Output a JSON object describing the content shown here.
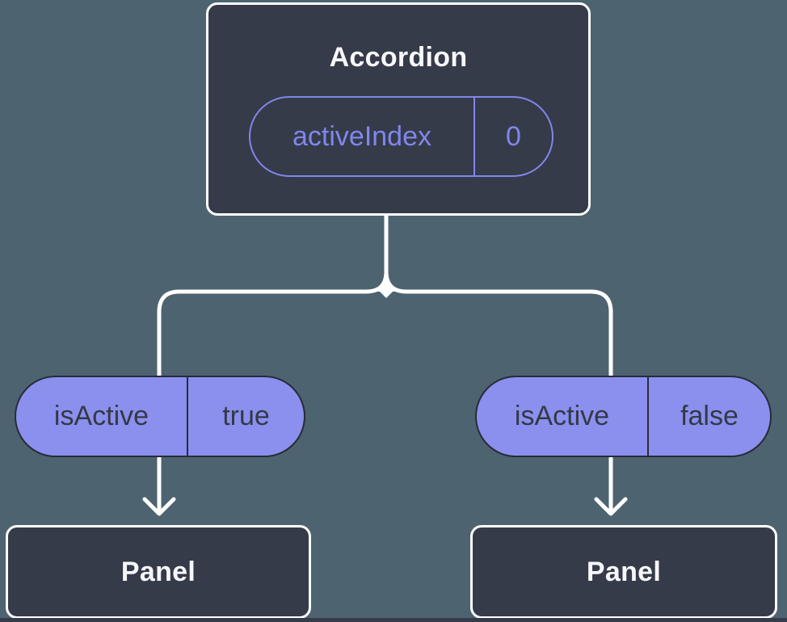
{
  "diagram": {
    "colors": {
      "background": "#4D6470",
      "node_fill": "#353B48",
      "node_border": "#FFFFFF",
      "connector": "#FFFFFF",
      "pill_fill": "#8B90EE",
      "pill_border": "#262C38",
      "accent_purple": "#8186EC",
      "dark_text": "#333947",
      "light_text": "#F6F7F9"
    },
    "root": {
      "title": "Accordion",
      "prop": {
        "name": "activeIndex",
        "value": "0"
      }
    },
    "children": [
      {
        "prop": {
          "name": "isActive",
          "value": "true"
        },
        "panel": {
          "title": "Panel"
        }
      },
      {
        "prop": {
          "name": "isActive",
          "value": "false"
        },
        "panel": {
          "title": "Panel"
        }
      }
    ]
  }
}
